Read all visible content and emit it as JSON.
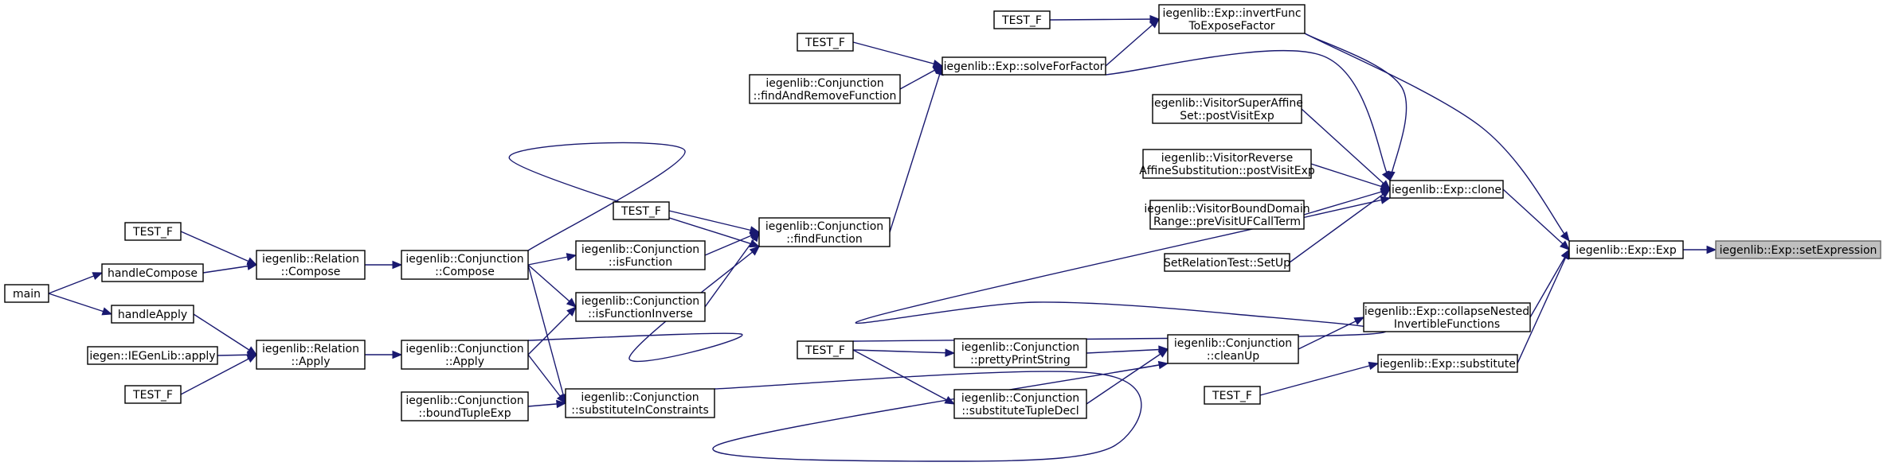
{
  "graph": {
    "nodes": [
      {
        "id": "setExpression",
        "lines": [
          "iegenlib::Exp::setExpression"
        ],
        "highlight": true
      },
      {
        "id": "ExpExp",
        "lines": [
          "iegenlib::Exp::Exp"
        ]
      },
      {
        "id": "clone",
        "lines": [
          "iegenlib::Exp::clone"
        ]
      },
      {
        "id": "collapse",
        "lines": [
          "iegenlib::Exp::collapseNested",
          "InvertibleFunctions"
        ]
      },
      {
        "id": "substitute",
        "lines": [
          "iegenlib::Exp::substitute"
        ]
      },
      {
        "id": "invertFunc",
        "lines": [
          "iegenlib::Exp::invertFunc",
          "ToExposeFactor"
        ]
      },
      {
        "id": "solveForFactor",
        "lines": [
          "iegenlib::Exp::solveForFactor"
        ]
      },
      {
        "id": "visitorSuperAffine",
        "lines": [
          "iegenlib::VisitorSuperAffine",
          "Set::postVisitExp"
        ]
      },
      {
        "id": "visitorReverse",
        "lines": [
          "iegenlib::VisitorReverse",
          "AffineSubstitution::postVisitExp"
        ]
      },
      {
        "id": "visitorBound",
        "lines": [
          "iegenlib::VisitorBoundDomain",
          "Range::preVisitUFCallTerm"
        ]
      },
      {
        "id": "setRelSetUp",
        "lines": [
          "SetRelationTest::SetUp"
        ]
      },
      {
        "id": "cleanUp",
        "lines": [
          "iegenlib::Conjunction",
          "::cleanUp"
        ]
      },
      {
        "id": "testF_sub",
        "lines": [
          "TEST_F"
        ]
      },
      {
        "id": "testF_inv",
        "lines": [
          "TEST_F"
        ]
      },
      {
        "id": "testF_solve",
        "lines": [
          "TEST_F"
        ]
      },
      {
        "id": "findAndRemove",
        "lines": [
          "iegenlib::Conjunction",
          "::findAndRemoveFunction"
        ]
      },
      {
        "id": "findFunction",
        "lines": [
          "iegenlib::Conjunction",
          "::findFunction"
        ]
      },
      {
        "id": "prettyPrint",
        "lines": [
          "iegenlib::Conjunction",
          "::prettyPrintString"
        ]
      },
      {
        "id": "substTupleDecl",
        "lines": [
          "iegenlib::Conjunction",
          "::substituteTupleDecl"
        ]
      },
      {
        "id": "testF_clean",
        "lines": [
          "TEST_F"
        ]
      },
      {
        "id": "testF_find",
        "lines": [
          "TEST_F"
        ]
      },
      {
        "id": "isFunction",
        "lines": [
          "iegenlib::Conjunction",
          "::isFunction"
        ]
      },
      {
        "id": "isFunctionInverse",
        "lines": [
          "iegenlib::Conjunction",
          "::isFunctionInverse"
        ]
      },
      {
        "id": "substInConstraints",
        "lines": [
          "iegenlib::Conjunction",
          "::substituteInConstraints"
        ]
      },
      {
        "id": "conjCompose",
        "lines": [
          "iegenlib::Conjunction",
          "::Compose"
        ]
      },
      {
        "id": "conjApply",
        "lines": [
          "iegenlib::Conjunction",
          "::Apply"
        ]
      },
      {
        "id": "boundTupleExp",
        "lines": [
          "iegenlib::Conjunction",
          "::boundTupleExp"
        ]
      },
      {
        "id": "relCompose",
        "lines": [
          "iegenlib::Relation",
          "::Compose"
        ]
      },
      {
        "id": "relApply",
        "lines": [
          "iegenlib::Relation",
          "::Apply"
        ]
      },
      {
        "id": "testF_comp",
        "lines": [
          "TEST_F"
        ]
      },
      {
        "id": "handleCompose",
        "lines": [
          "handleCompose"
        ]
      },
      {
        "id": "handleApply",
        "lines": [
          "handleApply"
        ]
      },
      {
        "id": "iegenApply",
        "lines": [
          "iegen::IEGenLib::apply"
        ]
      },
      {
        "id": "testF_apply",
        "lines": [
          "TEST_F"
        ]
      },
      {
        "id": "main",
        "lines": [
          "main"
        ]
      }
    ],
    "edges": [
      {
        "from": "setExpression",
        "to": "ExpExp"
      },
      {
        "from": "ExpExp",
        "to": "clone"
      },
      {
        "from": "ExpExp",
        "to": "collapse"
      },
      {
        "from": "ExpExp",
        "to": "substitute"
      },
      {
        "from": "ExpExp",
        "to": "invertFunc"
      },
      {
        "from": "collapse",
        "to": "cleanUp"
      },
      {
        "from": "substitute",
        "to": "testF_sub"
      },
      {
        "from": "clone",
        "to": "invertFunc"
      },
      {
        "from": "clone",
        "to": "solveForFactor"
      },
      {
        "from": "clone",
        "to": "visitorSuperAffine"
      },
      {
        "from": "clone",
        "to": "visitorReverse"
      },
      {
        "from": "clone",
        "to": "visitorBound"
      },
      {
        "from": "clone",
        "to": "setRelSetUp"
      },
      {
        "from": "clone",
        "to": "testF_clean"
      },
      {
        "from": "invertFunc",
        "to": "testF_inv"
      },
      {
        "from": "invertFunc",
        "to": "solveForFactor"
      },
      {
        "from": "solveForFactor",
        "to": "testF_solve"
      },
      {
        "from": "solveForFactor",
        "to": "findAndRemove"
      },
      {
        "from": "solveForFactor",
        "to": "findFunction"
      },
      {
        "from": "cleanUp",
        "to": "prettyPrint"
      },
      {
        "from": "cleanUp",
        "to": "substTupleDecl"
      },
      {
        "from": "cleanUp",
        "to": "substInConstraints"
      },
      {
        "from": "prettyPrint",
        "to": "testF_clean"
      },
      {
        "from": "substTupleDecl",
        "to": "testF_clean"
      },
      {
        "from": "findFunction",
        "to": "testF_find"
      },
      {
        "from": "findFunction",
        "to": "isFunction"
      },
      {
        "from": "findFunction",
        "to": "isFunctionInverse"
      },
      {
        "from": "findFunction",
        "to": "conjCompose"
      },
      {
        "from": "findFunction",
        "to": "conjApply"
      },
      {
        "from": "isFunction",
        "to": "conjCompose"
      },
      {
        "from": "isFunctionInverse",
        "to": "conjCompose"
      },
      {
        "from": "isFunctionInverse",
        "to": "conjApply"
      },
      {
        "from": "substInConstraints",
        "to": "conjCompose"
      },
      {
        "from": "substInConstraints",
        "to": "conjApply"
      },
      {
        "from": "substInConstraints",
        "to": "boundTupleExp"
      },
      {
        "from": "conjCompose",
        "to": "relCompose"
      },
      {
        "from": "conjApply",
        "to": "relApply"
      },
      {
        "from": "relCompose",
        "to": "testF_comp"
      },
      {
        "from": "relCompose",
        "to": "handleCompose"
      },
      {
        "from": "relApply",
        "to": "handleApply"
      },
      {
        "from": "relApply",
        "to": "iegenApply"
      },
      {
        "from": "relApply",
        "to": "testF_apply"
      },
      {
        "from": "handleCompose",
        "to": "main"
      },
      {
        "from": "handleApply",
        "to": "main"
      }
    ]
  }
}
